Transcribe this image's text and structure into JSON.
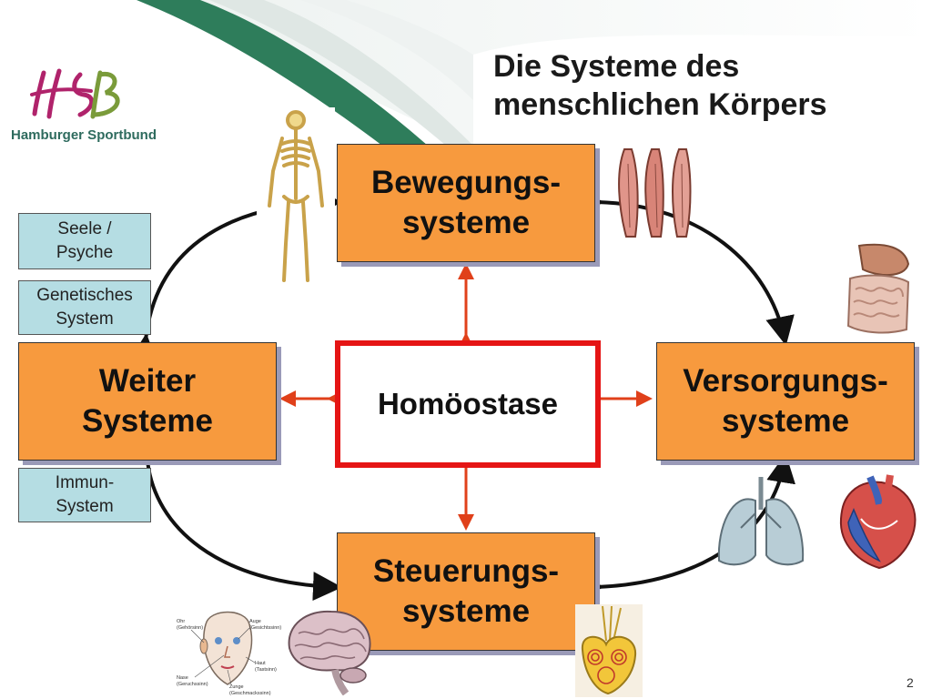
{
  "header": {
    "title_line1": "Die Systeme des",
    "title_line2": "menschlichen Körpers",
    "logo_text": "Hamburger Sportbund",
    "logo_mark": "HSB"
  },
  "diagram": {
    "center": "Homöostase",
    "top_line1": "Bewegungs-",
    "top_line2": "systeme",
    "left_line1": "Weiter",
    "left_line2": "Systeme",
    "right_line1": "Versorgungs-",
    "right_line2": "systeme",
    "bottom_line1": "Steuerungs-",
    "bottom_line2": "systeme",
    "side_boxes": [
      {
        "line1": "Seele /",
        "line2": "Psyche"
      },
      {
        "line1": "Genetisches",
        "line2": "System"
      },
      {
        "line1": "Immun-",
        "line2": "System"
      }
    ]
  },
  "sense_labels": {
    "ohr": "Ohr",
    "ohr_sub": "(Gehörsinn)",
    "auge": "Auge",
    "auge_sub": "(Gesichtssinn)",
    "haut": "Haut",
    "haut_sub": "(Tastsinn)",
    "nase": "Nase",
    "nase_sub": "(Geruchssinn)",
    "zunge": "Zunge",
    "zunge_sub": "(Geschmackssinn)"
  },
  "colors": {
    "system_box": "#f79a3e",
    "center_border": "#e51515",
    "side_box": "#b5dde3",
    "swoosh_green": "#2e7d5b",
    "logo_magenta": "#b0236b"
  },
  "icons": [
    "skeleton-icon",
    "muscle-icon",
    "intestine-icon",
    "lung-icon",
    "heart-icon",
    "brain-icon",
    "head-senses-icon",
    "gland-icon"
  ],
  "footer": {
    "page_number": "2"
  }
}
